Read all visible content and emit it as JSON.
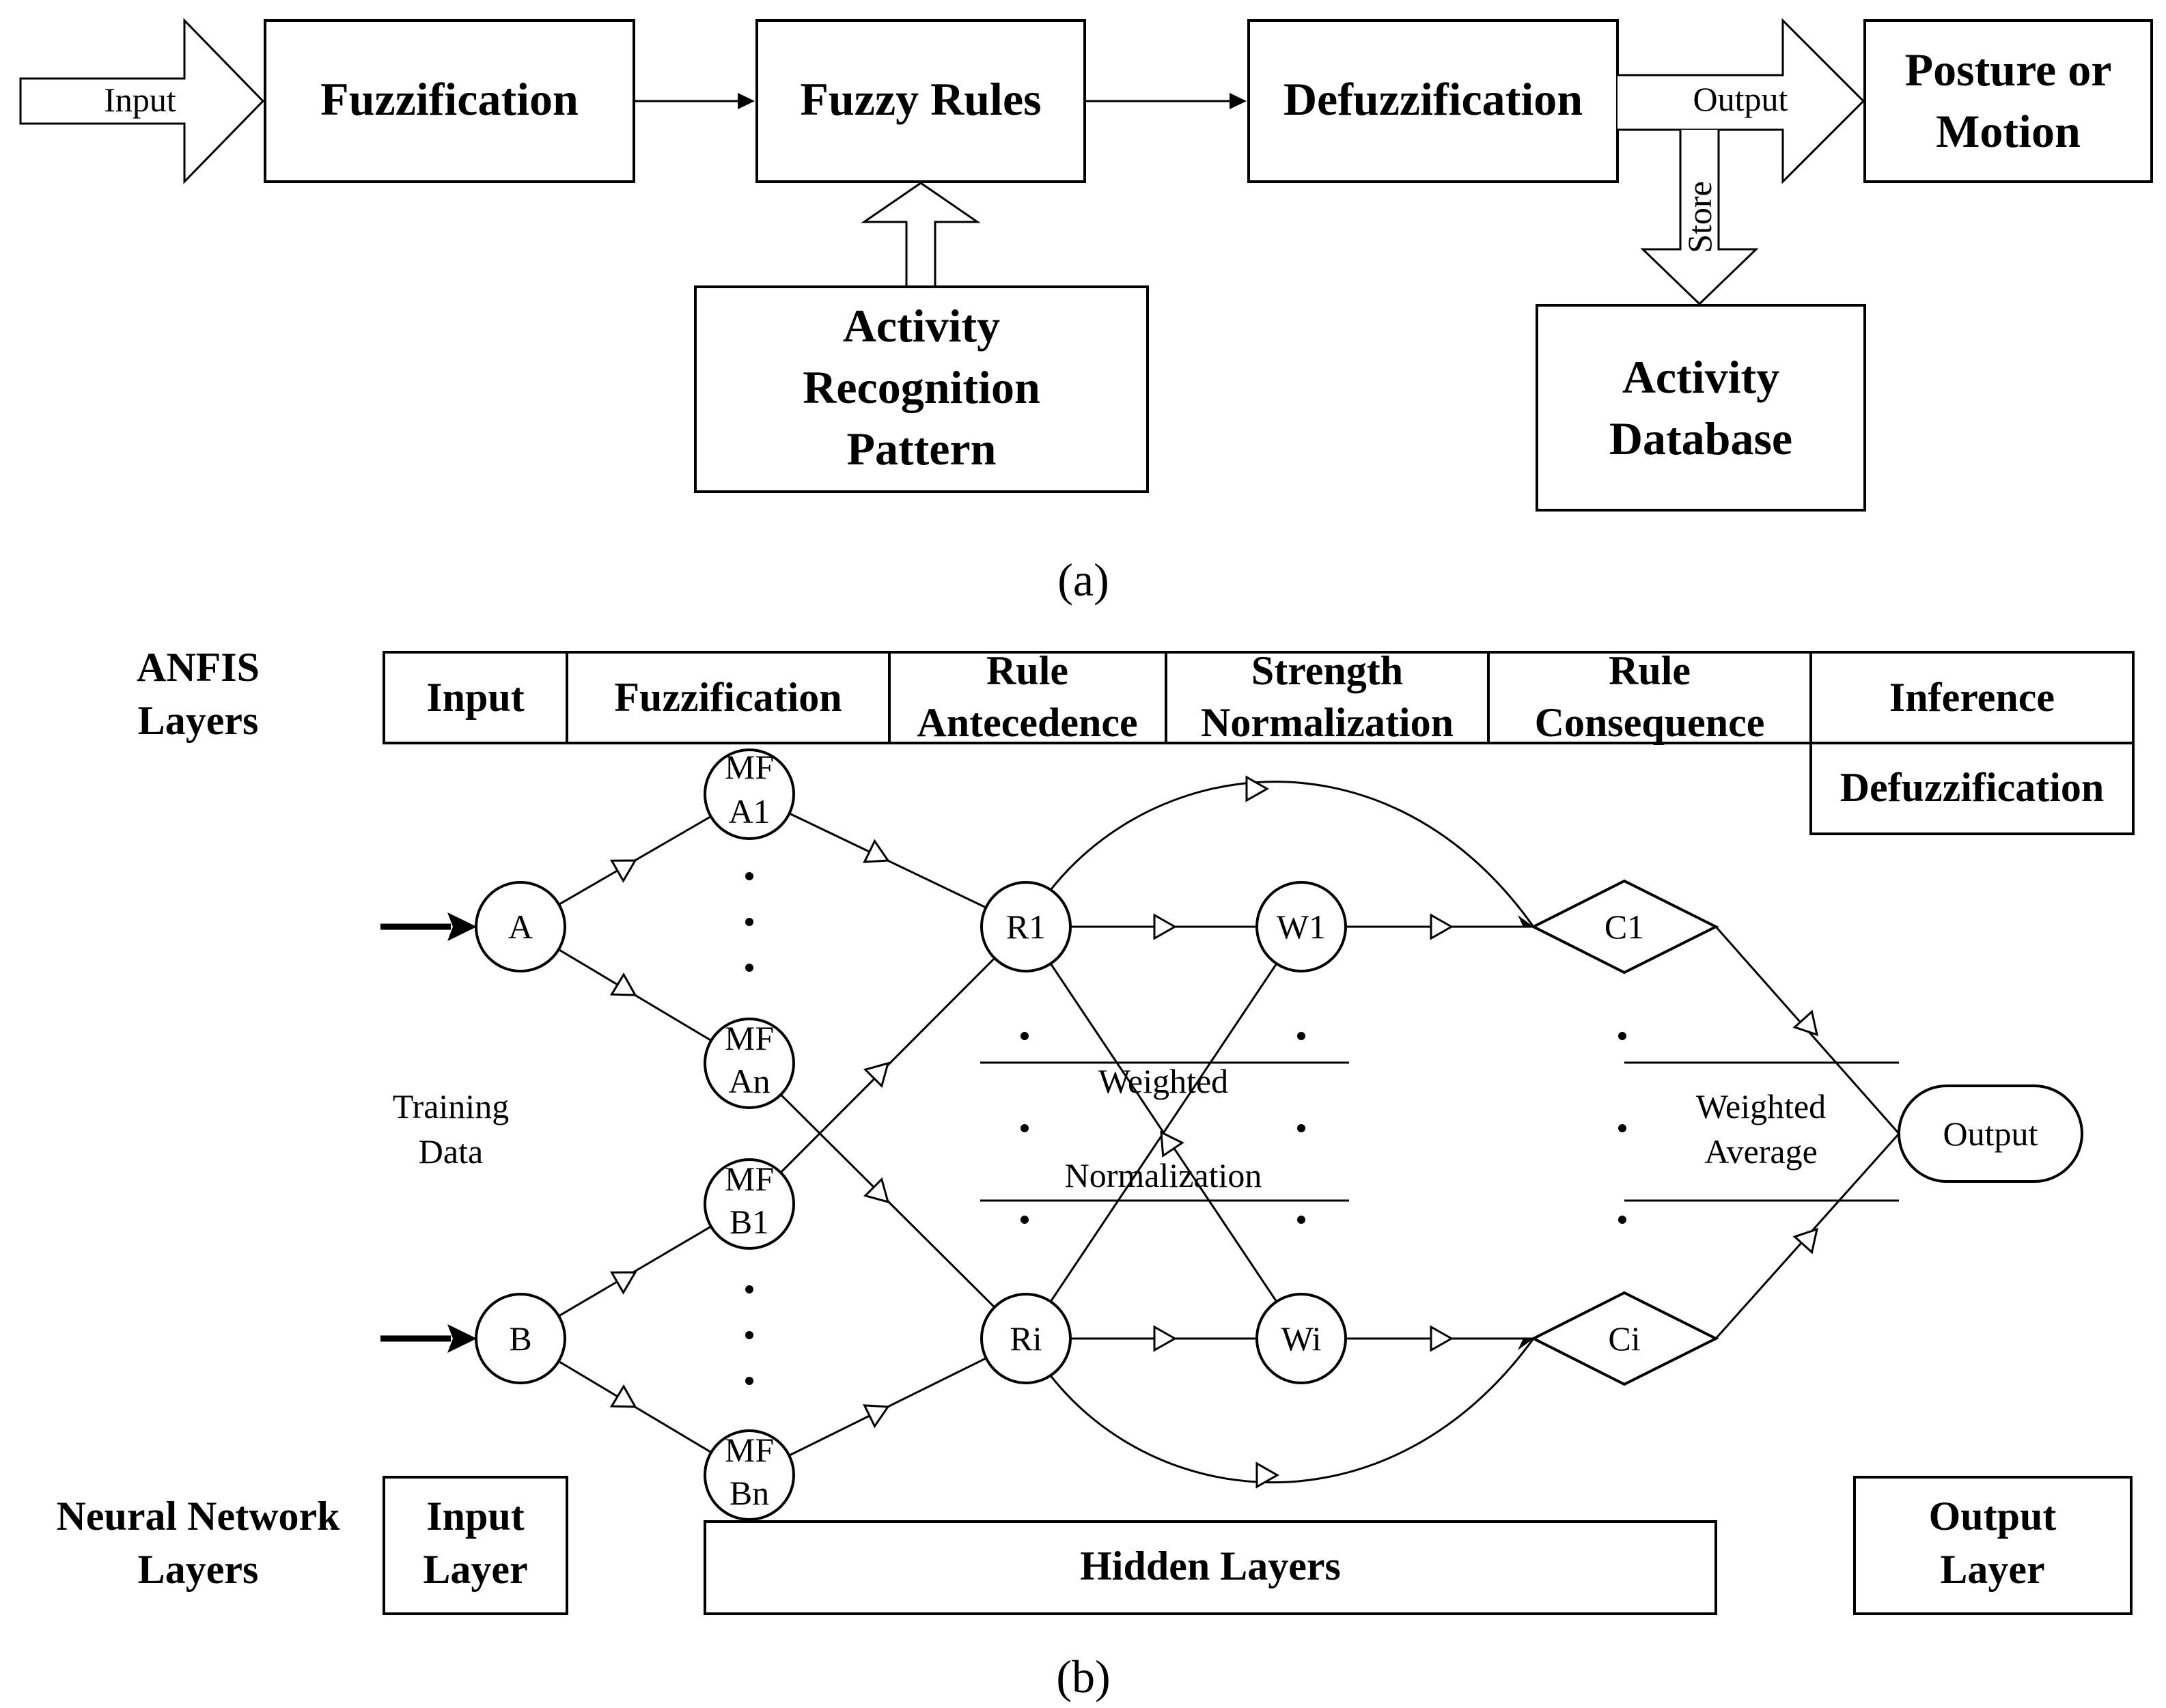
{
  "panel_a": {
    "caption": "(a)",
    "input_label": "Input",
    "fuzzification": "Fuzzification",
    "fuzzy_rules": "Fuzzy Rules",
    "defuzzification": "Defuzzification",
    "output_label": "Output",
    "posture_or_motion": [
      "Posture or",
      "Motion"
    ],
    "store_label": "Store",
    "activity_recognition_pattern": [
      "Activity",
      "Recognition",
      "Pattern"
    ],
    "activity_database": [
      "Activity",
      "Database"
    ]
  },
  "panel_b": {
    "caption": "(b)",
    "anfis_layers": [
      "ANFIS",
      "Layers"
    ],
    "layer_headers": {
      "input": "Input",
      "fuzzification": "Fuzzification",
      "rule_antecedence": [
        "Rule",
        "Antecedence"
      ],
      "strength_normalization": [
        "Strength",
        "Normalization"
      ],
      "rule_consequence": [
        "Rule",
        "Consequence"
      ],
      "inference": "Inference",
      "defuzzification": "Defuzzification"
    },
    "nodes": {
      "a": "A",
      "b": "B",
      "mf_a1": [
        "MF",
        "A1"
      ],
      "mf_an": [
        "MF",
        "An"
      ],
      "mf_b1": [
        "MF",
        "B1"
      ],
      "mf_bn": [
        "MF",
        "Bn"
      ],
      "r1": "R1",
      "ri": "Ri",
      "w1": "W1",
      "wi": "Wi",
      "c1": "C1",
      "ci": "Ci",
      "output": "Output"
    },
    "training_data": [
      "Training",
      "Data"
    ],
    "weighted_normalization": [
      "Weighted",
      "Normalization"
    ],
    "weighted_average": [
      "Weighted",
      "Average"
    ],
    "neural_network_layers": [
      "Neural Network",
      "Layers"
    ],
    "input_layer": [
      "Input",
      "Layer"
    ],
    "hidden_layers": "Hidden Layers",
    "output_layer": [
      "Output",
      "Layer"
    ]
  }
}
